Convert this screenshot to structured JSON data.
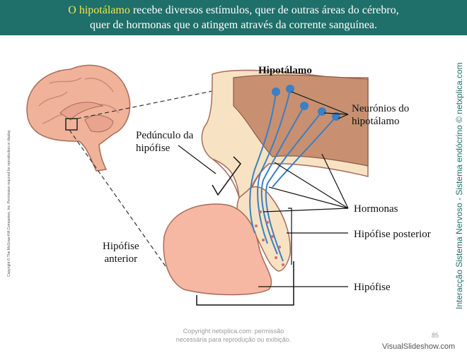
{
  "header": {
    "line1_highlight": "O hipotálamo",
    "line1_rest": " recebe diversos estímulos, quer de outras áreas do cérebro,",
    "line2": "quer de hormonas que o atingem através da corrente sanguínea."
  },
  "diagram": {
    "title": "Hipotálamo",
    "labels": {
      "neurons_line1": "Neurónios do",
      "neurons_line2": "hipotálamo",
      "stalk_line1": "Pedúnculo da",
      "stalk_line2": "hipófise",
      "hormones": "Hormonas",
      "posterior": "Hipófise posterior",
      "anterior_line1": "Hipófise",
      "anterior_line2": "anterior",
      "pituitary": "Hipófise"
    }
  },
  "side_text": "Interacção Sistema Nervoso - Sistema endócrino © netxplica.com",
  "copyright_vertical": "Copyright © The McGraw-Hill Companies, Inc. Permission required for reproduction or display.",
  "footer": {
    "line1": "Copyright netxplica.com: permissão",
    "line2": "necessária para reprodução ou exibição."
  },
  "page_number": "85",
  "watermark": "VisualSlideshow.com",
  "colors": {
    "header_bg": "#1f6f6a",
    "highlight": "#f3e64a",
    "brain": "#f0b39a",
    "tissue_light": "#f7e3c4",
    "hypothalamus": "#c89070",
    "neuron": "#3b7fc4",
    "anterior_lobe": "#f6b8a2"
  }
}
